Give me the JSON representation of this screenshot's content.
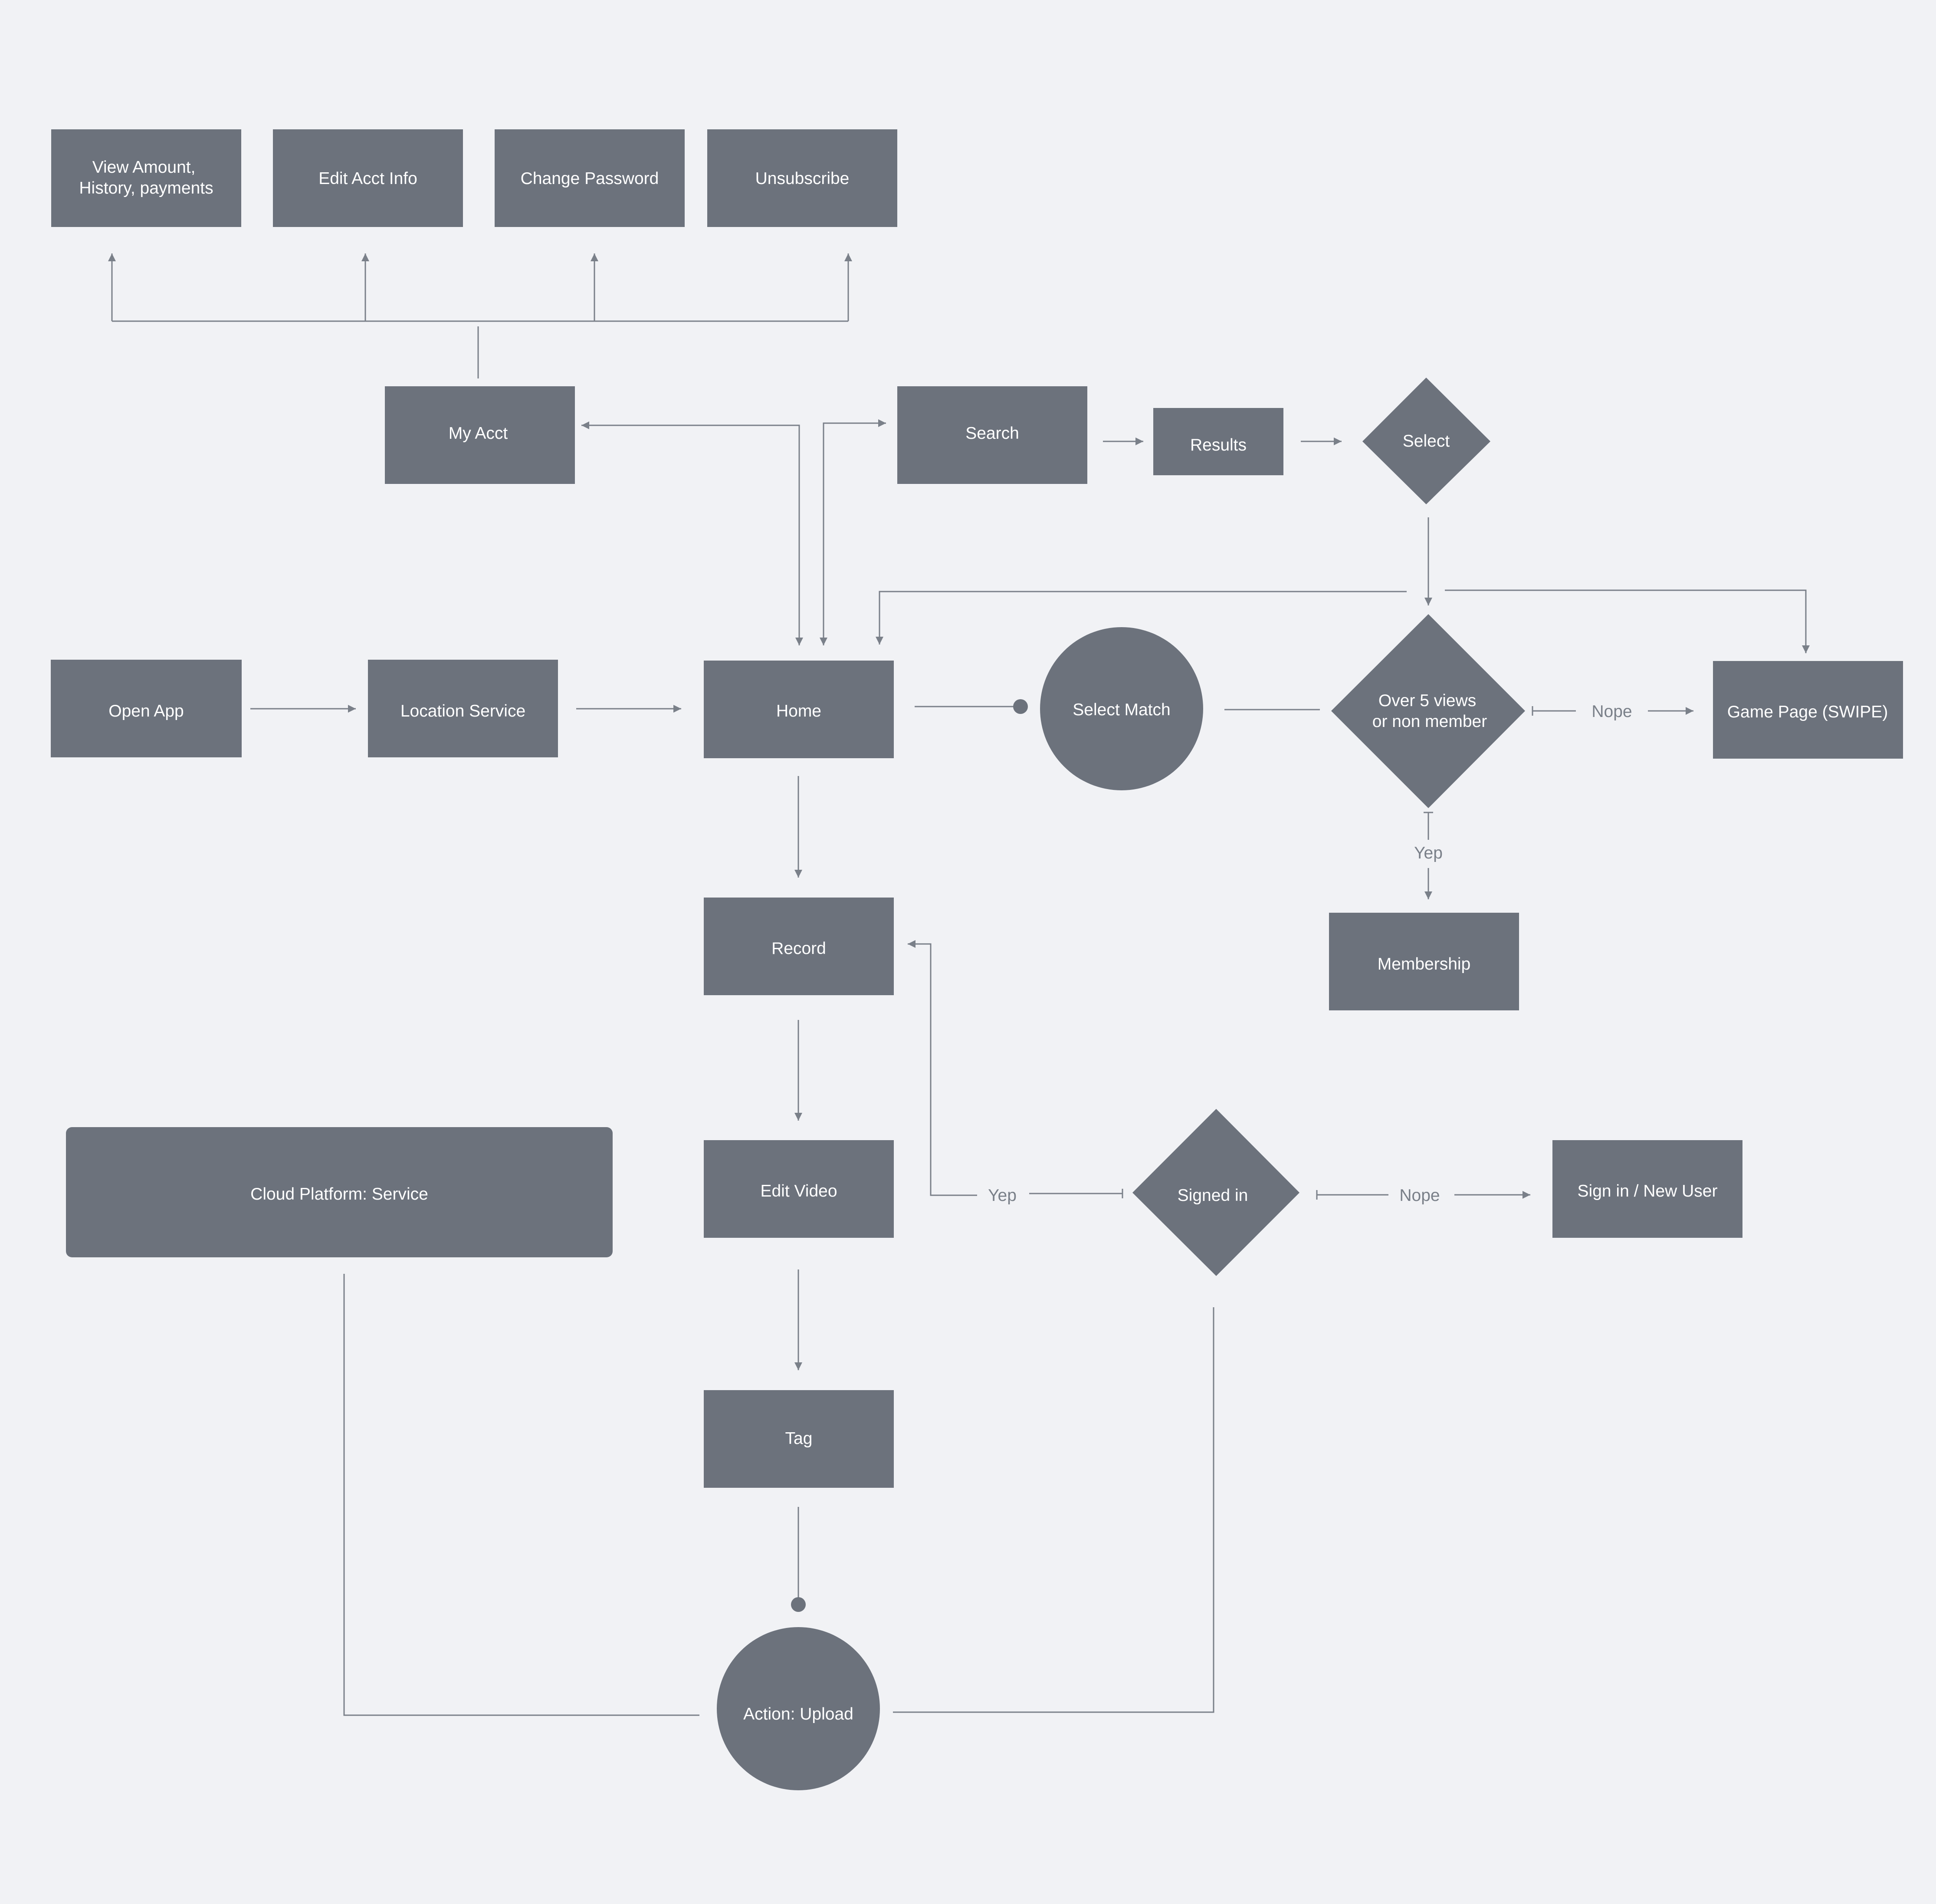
{
  "colors": {
    "background": "#f1f2f5",
    "node": "#6c727c",
    "line": "#7a8089",
    "node_text": "#ffffff",
    "edge_text": "#7a8089"
  },
  "nodes": {
    "view_amount": {
      "shape": "rect",
      "lines": [
        "View Amount,",
        "History, payments"
      ]
    },
    "edit_acct": {
      "shape": "rect",
      "lines": [
        "Edit Acct Info"
      ]
    },
    "change_password": {
      "shape": "rect",
      "lines": [
        "Change Password"
      ]
    },
    "unsubscribe": {
      "shape": "rect",
      "lines": [
        "Unsubscribe"
      ]
    },
    "my_acct": {
      "shape": "rect",
      "lines": [
        "My Acct"
      ]
    },
    "search": {
      "shape": "rect",
      "lines": [
        "Search"
      ]
    },
    "results": {
      "shape": "rect",
      "lines": [
        "Results"
      ]
    },
    "select": {
      "shape": "diamond",
      "lines": [
        "Select"
      ]
    },
    "open_app": {
      "shape": "rect",
      "lines": [
        "Open App"
      ]
    },
    "location_service": {
      "shape": "rect",
      "lines": [
        "Location Service"
      ]
    },
    "home": {
      "shape": "rect",
      "lines": [
        "Home"
      ]
    },
    "select_match": {
      "shape": "circle",
      "lines": [
        "Select Match"
      ]
    },
    "over_5_views": {
      "shape": "diamond",
      "lines": [
        "Over 5 views",
        "or non member"
      ]
    },
    "game_page": {
      "shape": "rect",
      "lines": [
        "Game Page (SWIPE)"
      ]
    },
    "membership": {
      "shape": "rect",
      "lines": [
        "Membership"
      ]
    },
    "record": {
      "shape": "rect",
      "lines": [
        "Record"
      ]
    },
    "cloud_platform": {
      "shape": "rect",
      "lines": [
        "Cloud Platform: Service"
      ]
    },
    "edit_video": {
      "shape": "rect",
      "lines": [
        "Edit Video"
      ]
    },
    "signed_in": {
      "shape": "diamond",
      "lines": [
        "Signed in"
      ]
    },
    "sign_in_new_user": {
      "shape": "rect",
      "lines": [
        "Sign in / New User"
      ]
    },
    "tag": {
      "shape": "rect",
      "lines": [
        "Tag"
      ]
    },
    "action_upload": {
      "shape": "circle",
      "lines": [
        "Action: Upload"
      ]
    }
  },
  "edge_labels": {
    "over5_nope": "Nope",
    "over5_yep": "Yep",
    "signed_yep": "Yep",
    "signed_nope": "Nope"
  }
}
